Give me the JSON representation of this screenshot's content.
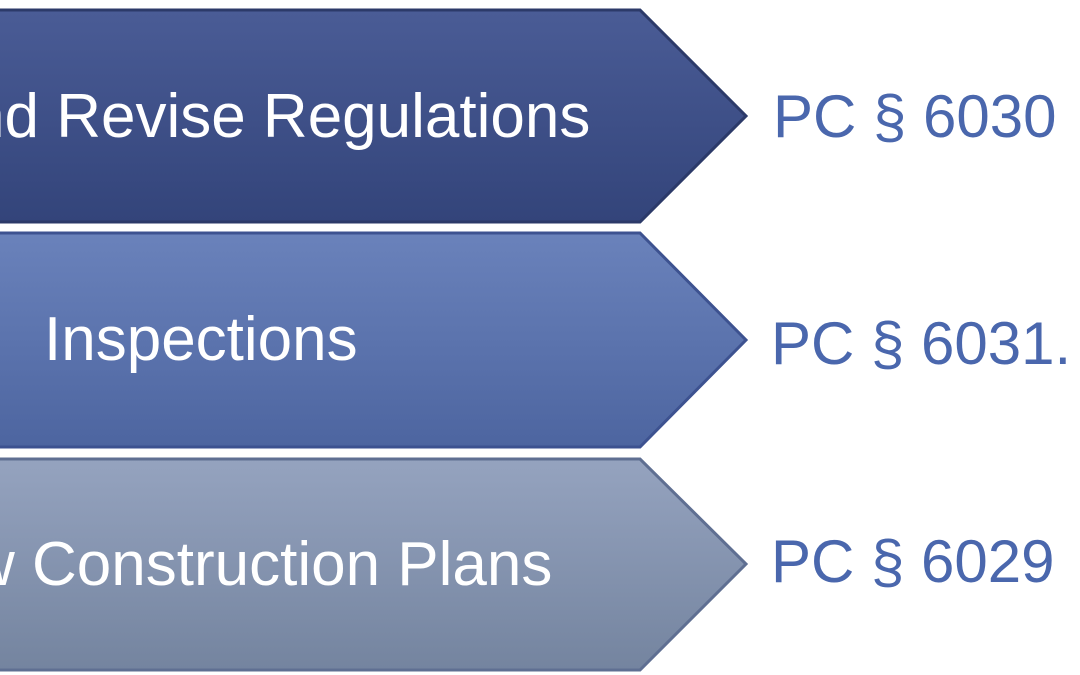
{
  "steps": [
    {
      "label": "nd Revise Regulations",
      "code": "PC § 6030",
      "color": "#3f5189"
    },
    {
      "label": "Inspections",
      "code": "PC § 6031.",
      "color": "#5a72ab"
    },
    {
      "label": "w Construction Plans",
      "code": "PC § 6029",
      "color": "#8392b0"
    }
  ],
  "code_color": "#4a67ad"
}
